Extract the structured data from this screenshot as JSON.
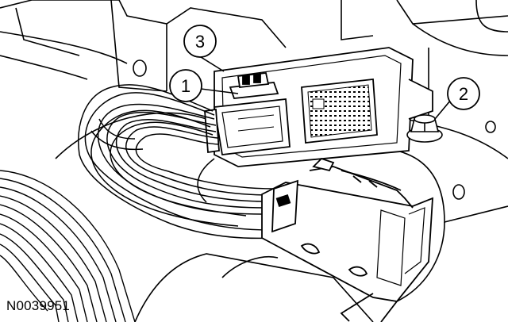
{
  "figure": {
    "id": "N0039951",
    "callouts": [
      {
        "label": "1"
      },
      {
        "label": "2"
      },
      {
        "label": "3"
      }
    ]
  }
}
